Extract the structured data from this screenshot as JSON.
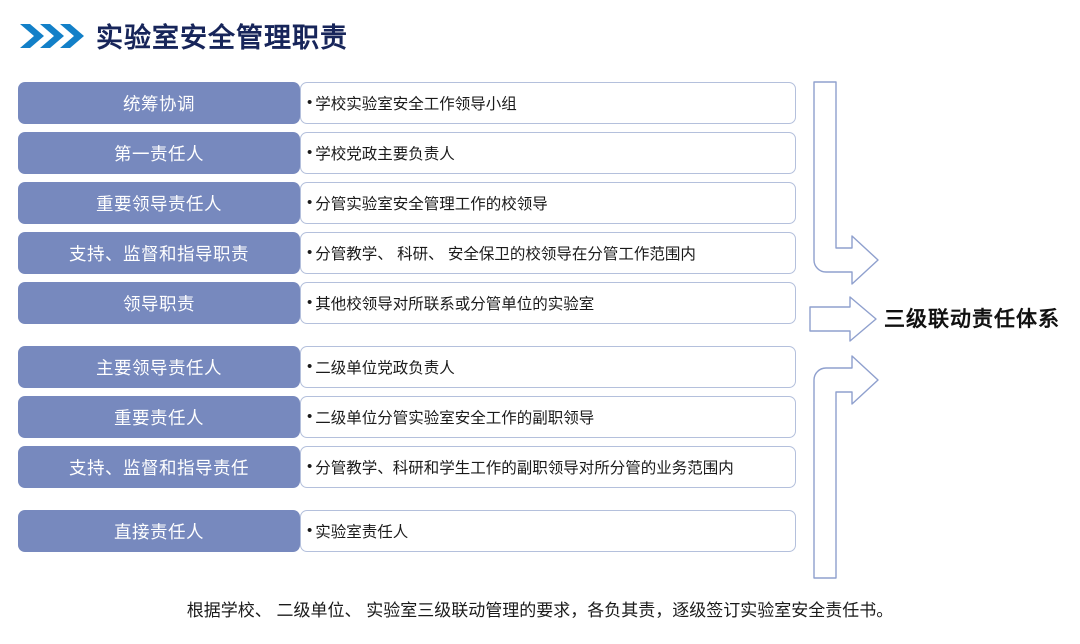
{
  "title": {
    "icon": "triple-chevron-right-icon",
    "text": "实验室安全管理职责",
    "accent_color": "#1380C8",
    "text_color": "#17255A"
  },
  "colors": {
    "tile_blue": "#7789BE",
    "box_border": "#B4C0DC",
    "arrow_stroke": "#8FA0CE",
    "footer_text": "#1a1a1a"
  },
  "groups": [
    {
      "name": "school-level",
      "rows": [
        {
          "label": "统筹协调",
          "desc": "学校实验室安全工作领导小组"
        },
        {
          "label": "第一责任人",
          "desc": "学校党政主要负责人"
        },
        {
          "label": "重要领导责任人",
          "desc": "分管实验室安全管理工作的校领导"
        },
        {
          "label": "支持、监督和指导职责",
          "desc": "分管教学、 科研、 安全保卫的校领导在分管工作范围内"
        },
        {
          "label": "领导职责",
          "desc": "其他校领导对所联系或分管单位的实验室"
        }
      ]
    },
    {
      "name": "secondary-unit-level",
      "rows": [
        {
          "label": "主要领导责任人",
          "desc": "二级单位党政负责人"
        },
        {
          "label": "重要责任人",
          "desc": "二级单位分管实验室安全工作的副职领导"
        },
        {
          "label": "支持、监督和指导责任",
          "desc": "分管教学、科研和学生工作的副职领导对所分管的业务范围内"
        }
      ]
    },
    {
      "name": "lab-level",
      "rows": [
        {
          "label": "直接责任人",
          "desc": "实验室责任人"
        }
      ]
    }
  ],
  "bullet_glyph": "•",
  "system": {
    "label": "三级联动责任体系",
    "arrow_top": "bent-arrow-down-right-icon",
    "arrow_middle": "arrow-right-icon",
    "arrow_bottom": "bent-arrow-up-right-icon"
  },
  "footer": {
    "text": "根据学校、 二级单位、 实验室三级联动管理的要求，各负其责，逐级签订实验室安全责任书。"
  }
}
